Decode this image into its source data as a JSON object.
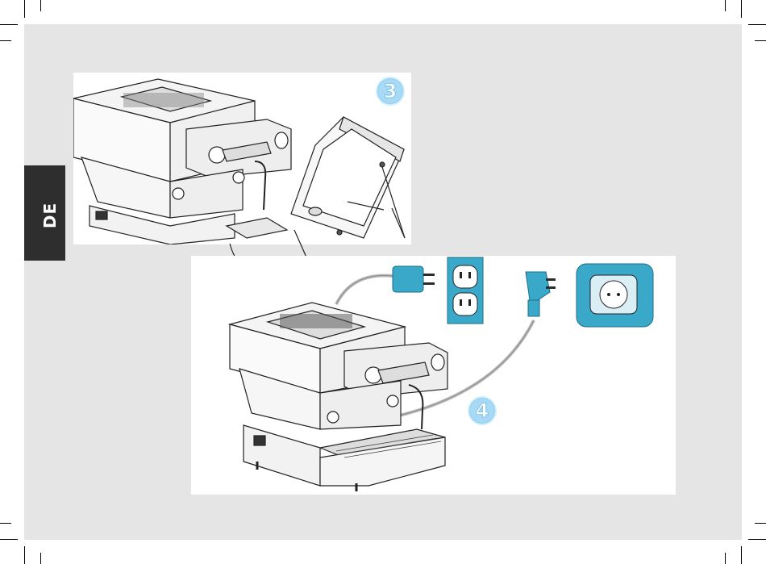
{
  "language_tab": {
    "label": "DE"
  },
  "step3": {
    "number": "3"
  },
  "step4": {
    "number": "4"
  },
  "colors": {
    "page_bg": "#e5e5e5",
    "tab_bg": "#2e2e2e",
    "accent_cyan": "#3aa8c8",
    "badge_fill": "#a8daf5"
  },
  "icons": [
    "us-plug-icon",
    "us-outlet-icon",
    "schuko-plug-icon",
    "schuko-outlet-icon"
  ]
}
